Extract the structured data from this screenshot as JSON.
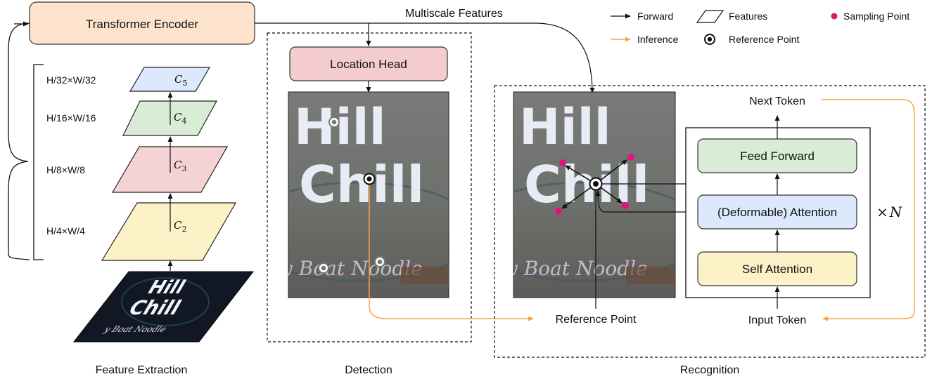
{
  "encoder": {
    "label": "Transformer Encoder"
  },
  "multiscale_label": "Multiscale Features",
  "feature_levels": [
    {
      "res": "H/32×W/32",
      "name": "C",
      "sub": "5",
      "color": "#dce8fb"
    },
    {
      "res": "H/16×W/16",
      "name": "C",
      "sub": "4",
      "color": "#d9ecd5"
    },
    {
      "res": "H/8×W/8",
      "name": "C",
      "sub": "3",
      "color": "#f5d2d3"
    },
    {
      "res": "H/4×W/4",
      "name": "C",
      "sub": "2",
      "color": "#fdf1c8"
    }
  ],
  "input_image": {
    "line1": "Hill",
    "line2": "Chill",
    "line3": "y Boat Noodle"
  },
  "location_head": "Location Head",
  "reference_point": "Reference Point",
  "decoder": {
    "feed_forward": "Feed Forward",
    "attention": "(Deformable) Attention",
    "self_attention": "Self Attention",
    "next_token": "Next Token",
    "input_token": "Input Token",
    "repeat_base": "×",
    "repeat_var": "N"
  },
  "legend": {
    "forward": "Forward",
    "features": "Features",
    "sampling_point": "Sampling Point",
    "inference": "Inference",
    "reference_point": "Reference Point"
  },
  "sections": {
    "feature_extraction": "Feature Extraction",
    "detection": "Detection",
    "recognition": "Recognition"
  },
  "colors": {
    "encoder_fill": "#fde3cc",
    "location_head_fill": "#f5cccd",
    "feed_forward_fill": "#d9ecd5",
    "attention_fill": "#dce8fb",
    "self_attention_fill": "#fdf1c8",
    "inference_arrow": "#f7a545",
    "sampling_point": "#e0157c"
  }
}
